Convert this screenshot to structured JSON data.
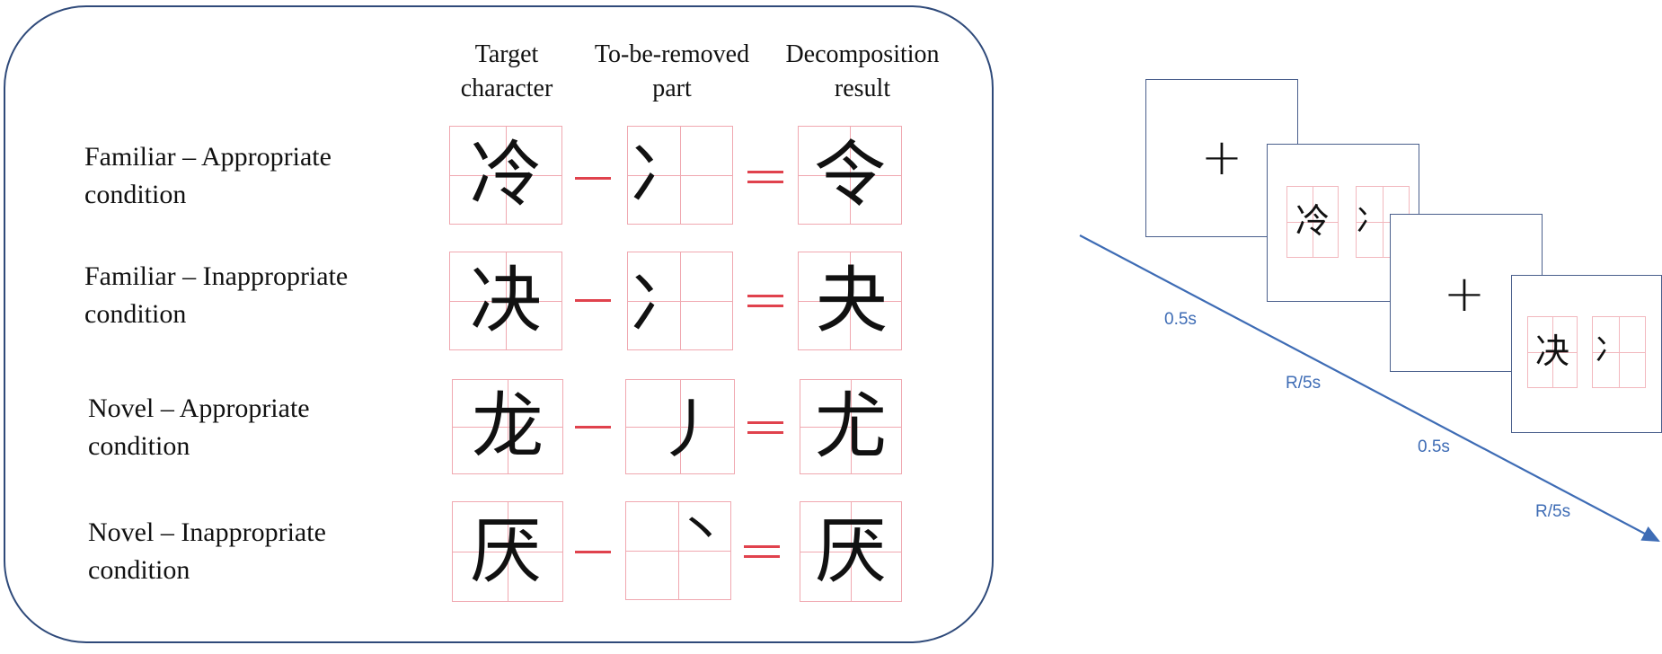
{
  "headers": {
    "target": [
      "Target",
      "character"
    ],
    "removed": [
      "To-be-removed",
      "part"
    ],
    "result": [
      "Decomposition",
      "result"
    ]
  },
  "rows": [
    {
      "cond_line1": "Familiar – Appropriate",
      "cond_line2": "condition",
      "target": "冷",
      "removed": "冫",
      "result": "令"
    },
    {
      "cond_line1": "Familiar – Inappropriate",
      "cond_line2": "condition",
      "target": "决",
      "removed": "冫",
      "result": "夬"
    },
    {
      "cond_line1": "Novel – Appropriate",
      "cond_line2": "condition",
      "target": "龙",
      "removed": "丿",
      "result": "尤"
    },
    {
      "cond_line1": "Novel – Inappropriate",
      "cond_line2": "condition",
      "target": "厌",
      "removed": "丶",
      "result": "厌"
    }
  ],
  "sequence": {
    "fixation": "+",
    "trial1": {
      "target": "冷",
      "removed": "冫"
    },
    "trial2": {
      "target": "决",
      "removed": "冫"
    },
    "timings": [
      "0.5s",
      "R/5s",
      "0.5s",
      "R/5s"
    ]
  },
  "colors": {
    "panel_border": "#2f4a7a",
    "grid_lines": "#f0a8b0",
    "operator_red": "#e0424d",
    "timeline": "#3e6cb5"
  }
}
